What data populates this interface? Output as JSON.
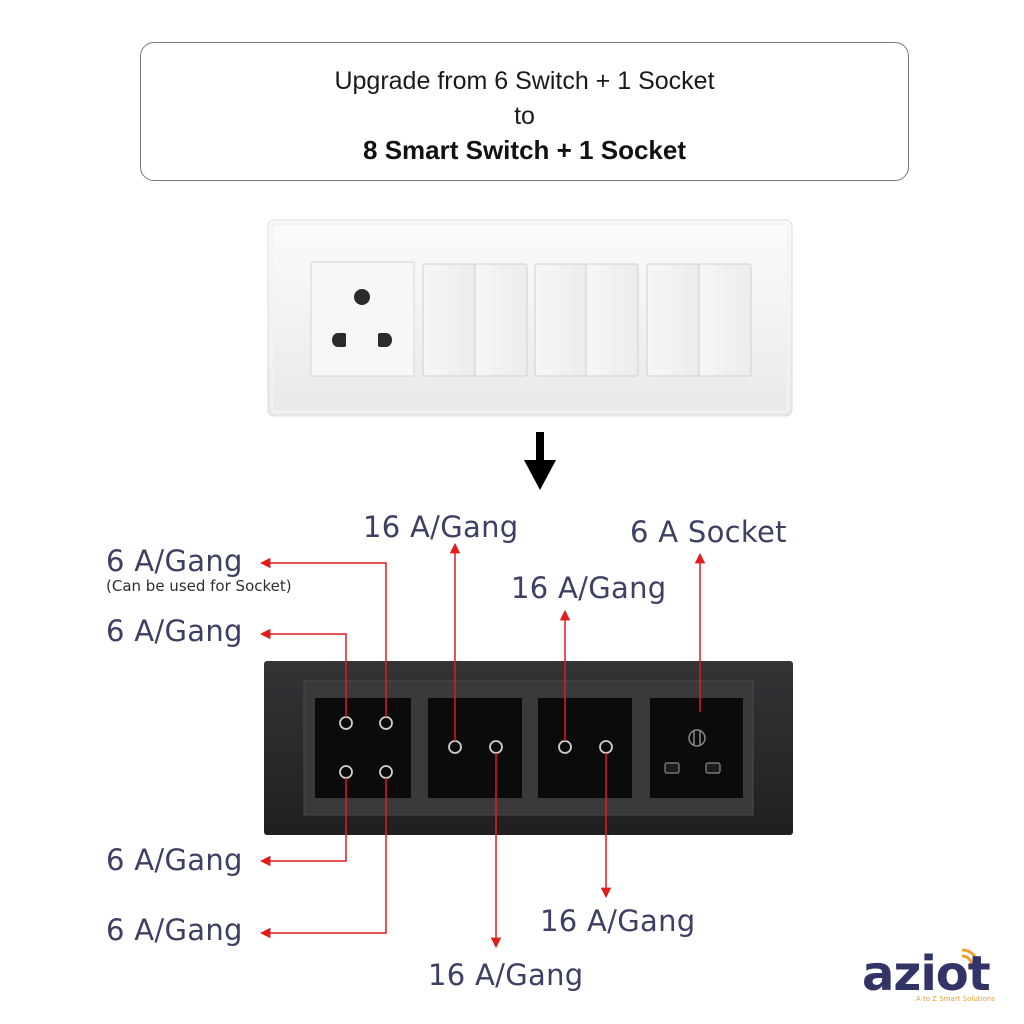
{
  "headline": {
    "line1": "Upgrade from 6 Switch + 1 Socket",
    "line2": "to",
    "line3": "8 Smart Switch + 1 Socket"
  },
  "labels": {
    "left_top": "6 A/Gang",
    "left_top_note": "(Can be used for Socket)",
    "left_second": "6 A/Gang",
    "left_third": "6 A/Gang",
    "left_bottom": "6 A/Gang",
    "module2_top": "16 A/Gang",
    "module3_top": "16 A/Gang",
    "socket_top": "6 A Socket",
    "module2_bottom": "16 A/Gang",
    "module3_bottom": "16 A/Gang"
  },
  "brand": {
    "name": "aziot",
    "tagline": "A to Z Smart Solutions"
  },
  "colors": {
    "annotation_text": "#3d3f63",
    "arrow_red": "#e31b1b",
    "panel_black": "#2a2a2c",
    "brand_navy": "#323366",
    "brand_orange": "#f0a030"
  }
}
